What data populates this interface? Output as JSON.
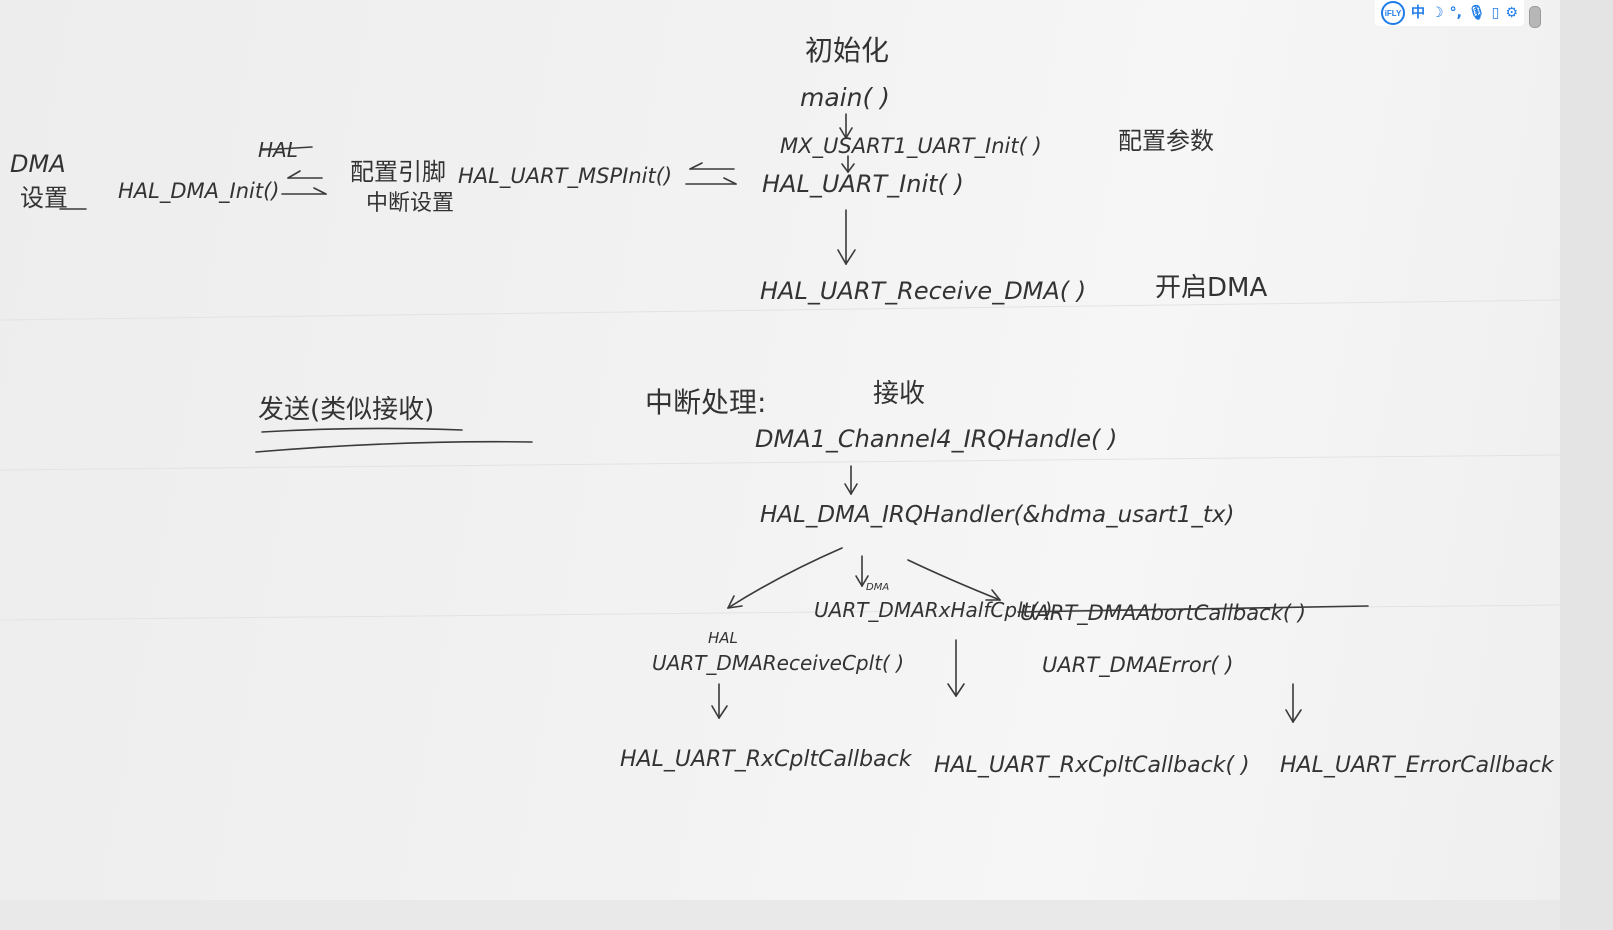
{
  "ime_toolbar": {
    "logo": "iFLY",
    "lang": "中",
    "icons": [
      "moon-icon",
      "punctuation-icon",
      "microphone-icon",
      "keyboard-icon",
      "gear-icon"
    ]
  },
  "notes": {
    "dma_setting": [
      "DMA",
      "设置"
    ],
    "hal_dma_init": "HAL_DMA_Init()",
    "hal_crossed": "HAL",
    "config_pin": [
      "配置引脚",
      "中断设置"
    ],
    "msp_init": "HAL_UART_MSPInit()",
    "init_title": "初始化",
    "main": "main( )",
    "mx_init": "MX_USART1_UART_Init( )",
    "config_params": "配置参数",
    "uart_init": "HAL_UART_Init( )",
    "receive_dma": "HAL_UART_Receive_DMA( )",
    "start_dma": "开启DMA",
    "send_note": "发送(类似接收)",
    "irq_title": "中断处理:",
    "receive_label": "接收",
    "channel_handler": "DMA1_Channel4_IRQHandle( )",
    "dma_irq_handler": "HAL_DMA_IRQHandler(&hdma_usart1_tx)",
    "half_cplt": "UART_DMARxHalfCplt( )",
    "dma_small": "DMA",
    "abort_callback": "UART_DMAAbortCallback( )",
    "receive_cplt": "UART_DMAReceiveCplt( )",
    "hal_small": "HAL",
    "dma_error": "UART_DMAError( )",
    "rx_cplt_callback": "HAL_UART_RxCpltCallback",
    "rx_half_callback": "HAL_UART_RxCpltCallback( )",
    "error_callback": "HAL_UART_ErrorCallback"
  },
  "colors": {
    "ink": "#333333",
    "ime_blue": "#1e7ce8",
    "paper": "#f2f2f2"
  }
}
